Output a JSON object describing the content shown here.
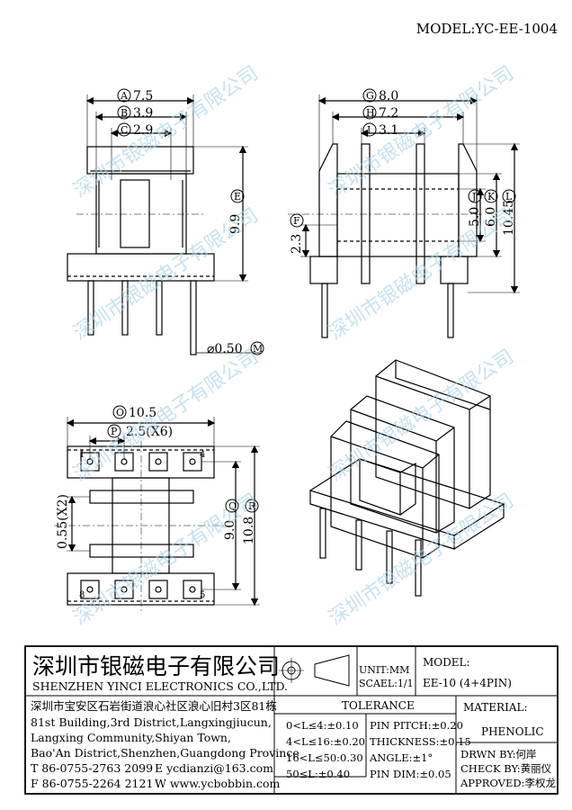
{
  "model_header": "MODEL:YC-EE-1004",
  "watermark": "深圳市银磁电子有限公司",
  "dims": {
    "A": "7.5",
    "B": "3.9",
    "C": "2.9",
    "E": "9.9",
    "F": "2.3",
    "G": "8.0",
    "H": "7.2",
    "I": "3.1",
    "J": "5.0",
    "K": "6.0",
    "L": "10.45",
    "M": "⌀0.50",
    "O": "10.5",
    "P": "2.5(X6)",
    "Q": "9.0",
    "R": "10.8",
    "S": "0.55(X2)"
  },
  "pin_numbers": {
    "p1": "1",
    "p4": "4",
    "p8": "8",
    "p5": "5"
  },
  "title_block": {
    "company_cn": "深圳市银磁电子有限公司",
    "company_en": "SHENZHEN YINCI ELECTRONICS CO.,LTD.",
    "address_cn": "深圳市宝安区石岩街道浪心社区浪心旧村3区81栋",
    "address_en_1": "81st Building,3rd District,Langxingjiucun,",
    "address_en_2": "Langxing Community,Shiyan Town,",
    "address_en_3": "Bao'An District,Shenzhen,Guangdong Province",
    "tel": "T 86-0755-2763 2099",
    "fax": "F 86-0755-2264 2121",
    "email": "E ycdianzi@163.com",
    "web": "W www.ycbobbin.com",
    "unit": "UNIT:MM",
    "scale": "SCAEL:1/1",
    "model_label": "MODEL:",
    "model_value": "EE-10 (4+4PIN)",
    "tolerance_label": "TOLERANCE",
    "tol_1": "0<L≤4:±0.10",
    "tol_2": "4<L≤16:±0.20",
    "tol_3": "16<L≤50:0.30",
    "tol_4": "50≤L:±0.40",
    "pin_pitch": "PIN PITCH:±0.20",
    "thickness": "THICKNESS:±0.15",
    "angle": "ANGLE:±1°",
    "pin_dim": "PIN DIM:±0.05",
    "material_label": "MATERIAL:",
    "material_value": "PHENOLIC",
    "drawn_by": "DRWN BY:何岸",
    "check_by": "CHECK BY:黄丽仪",
    "approved": "APPROVED:李权龙"
  }
}
